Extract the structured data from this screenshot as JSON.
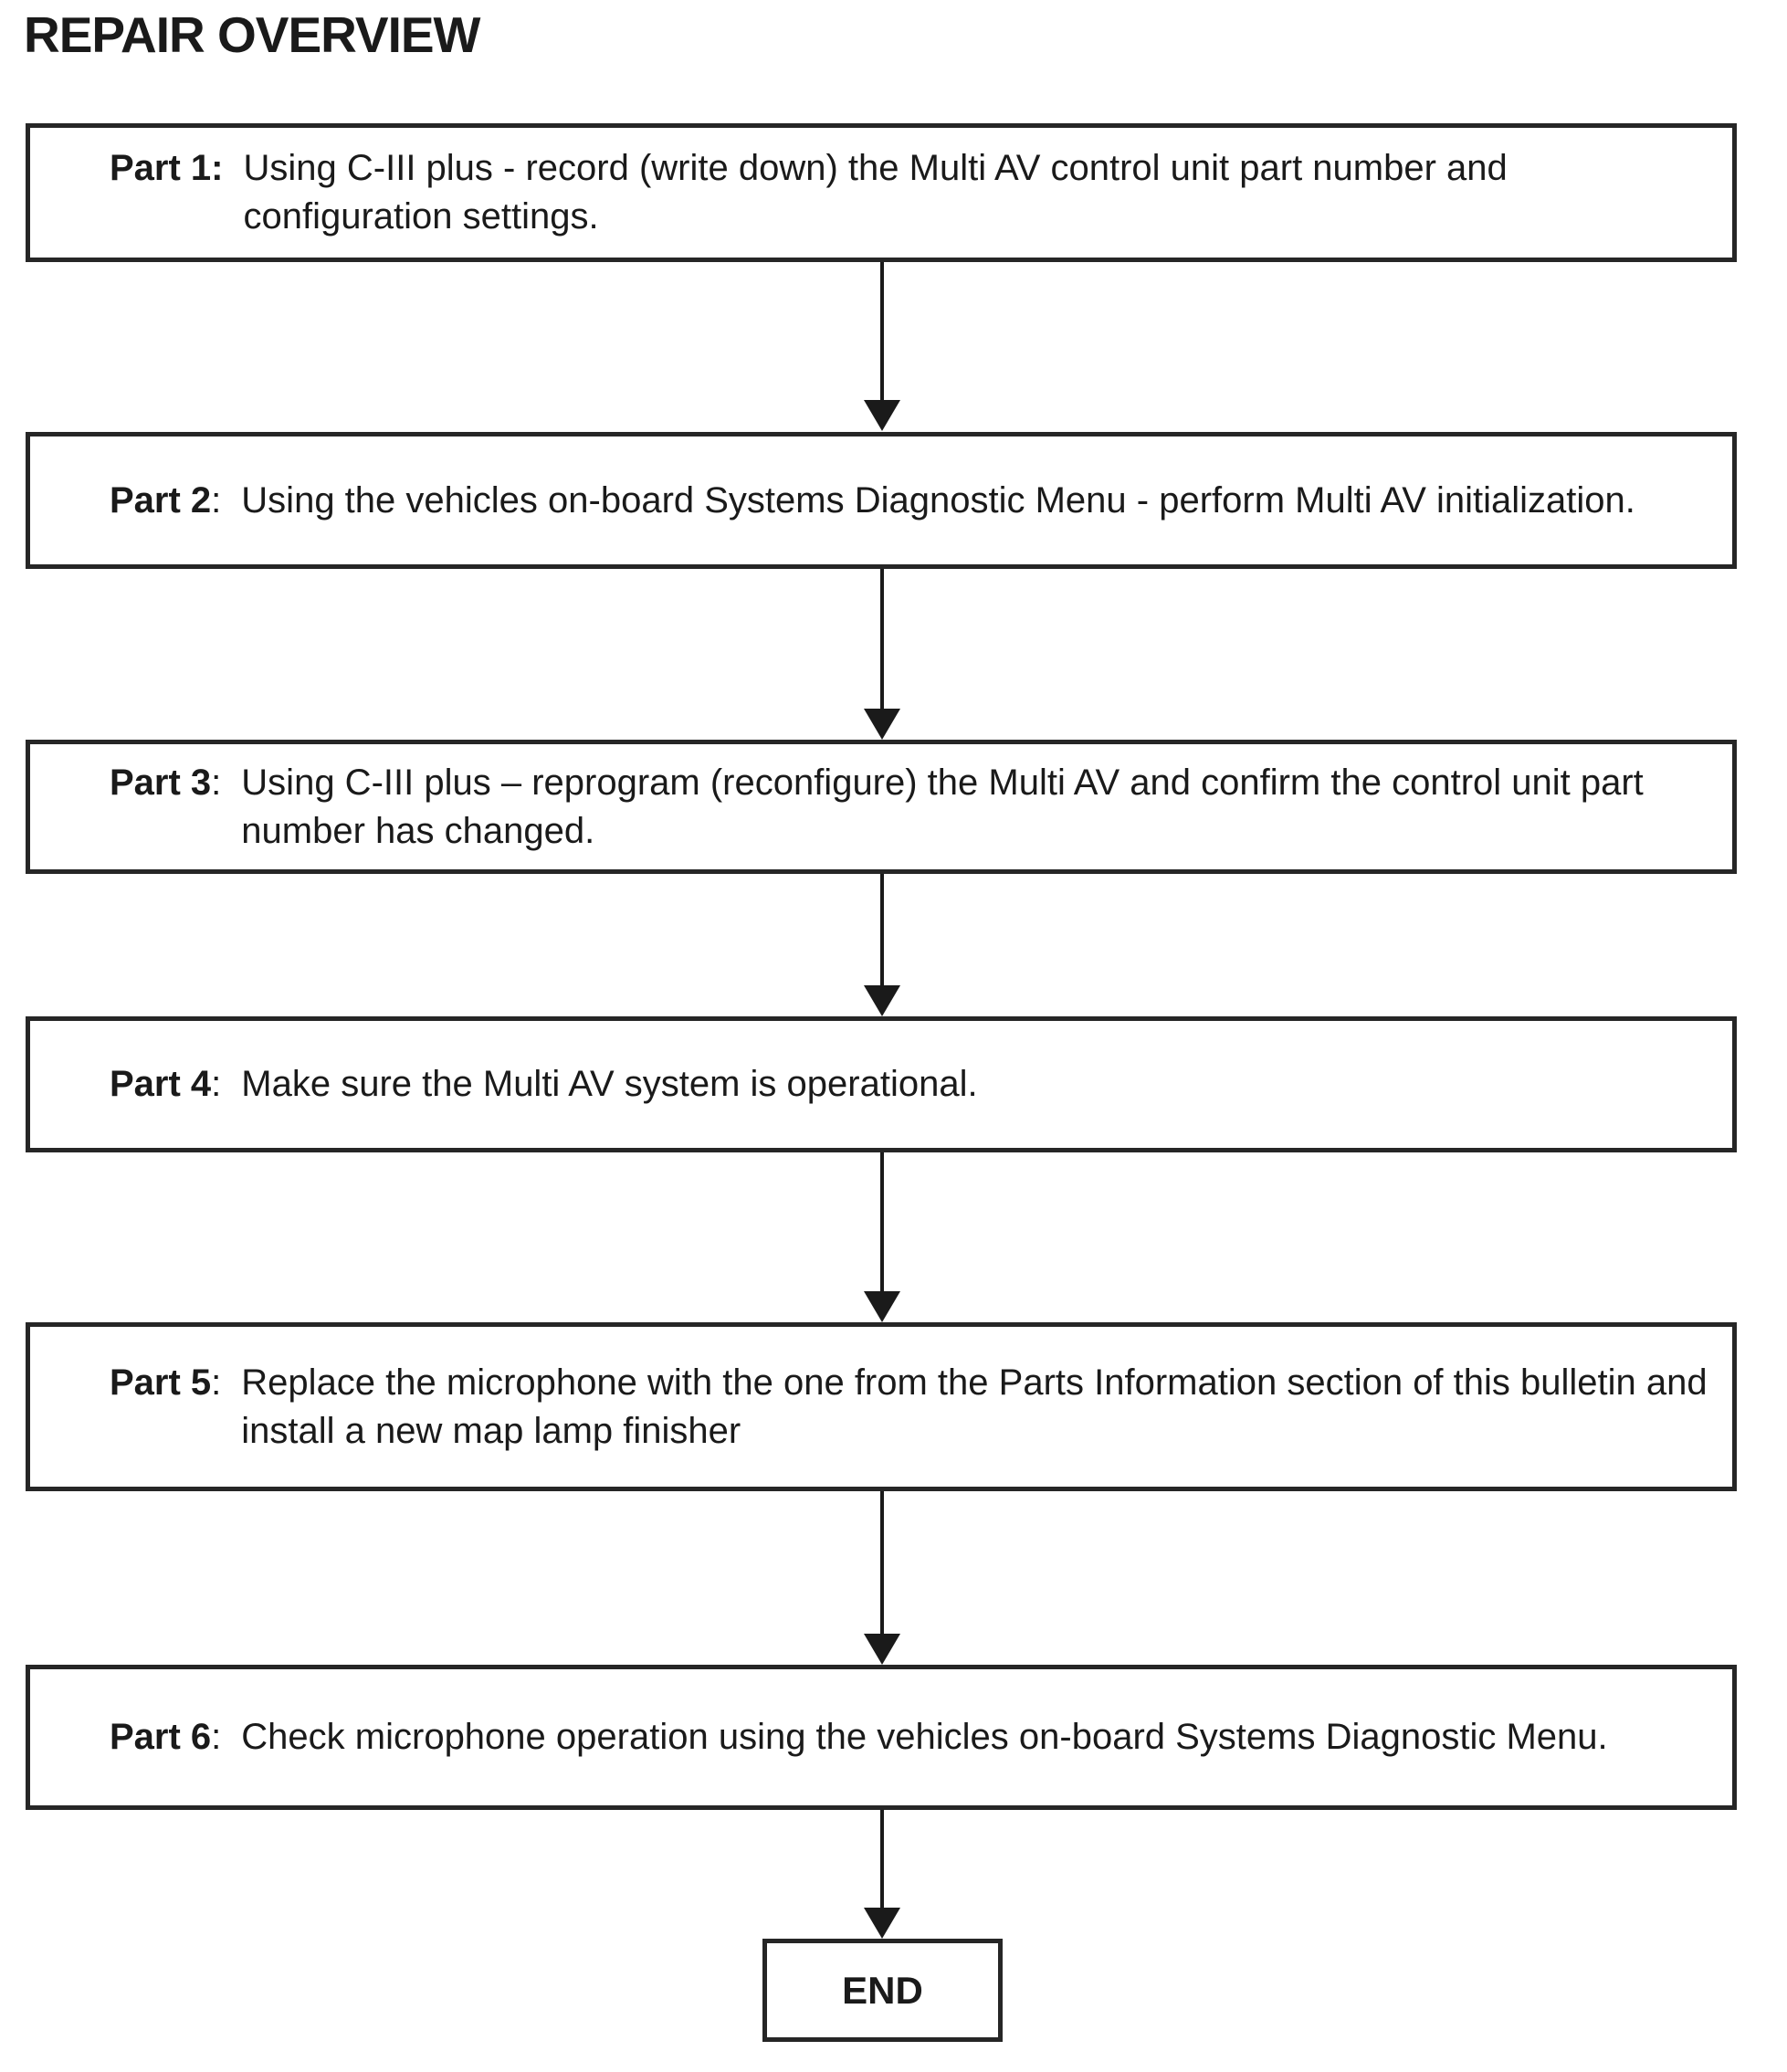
{
  "title": "REPAIR OVERVIEW",
  "flow": {
    "steps": [
      {
        "label": "Part 1:",
        "sep": "",
        "text": "Using C-III plus - record (write down) the Multi AV control unit part number and configuration settings."
      },
      {
        "label": "Part 2",
        "sep": ":",
        "text": "Using the vehicles on-board Systems Diagnostic Menu - perform Multi AV initialization."
      },
      {
        "label": "Part 3",
        "sep": ":",
        "text": "Using C-III plus – reprogram (reconfigure) the Multi AV and confirm the control unit part number has changed."
      },
      {
        "label": "Part 4",
        "sep": ":",
        "text": "Make sure the Multi AV system is operational."
      },
      {
        "label": "Part 5",
        "sep": ":",
        "text": "Replace the microphone with the one from the Parts Information section of this bulletin and install a new map lamp finisher"
      },
      {
        "label": "Part 6",
        "sep": ":",
        "text": "Check microphone operation using the vehicles on-board Systems Diagnostic Menu."
      }
    ],
    "terminal": "END"
  },
  "colors": {
    "ink": "#1a1a1a",
    "border": "#262626",
    "background": "#ffffff"
  }
}
